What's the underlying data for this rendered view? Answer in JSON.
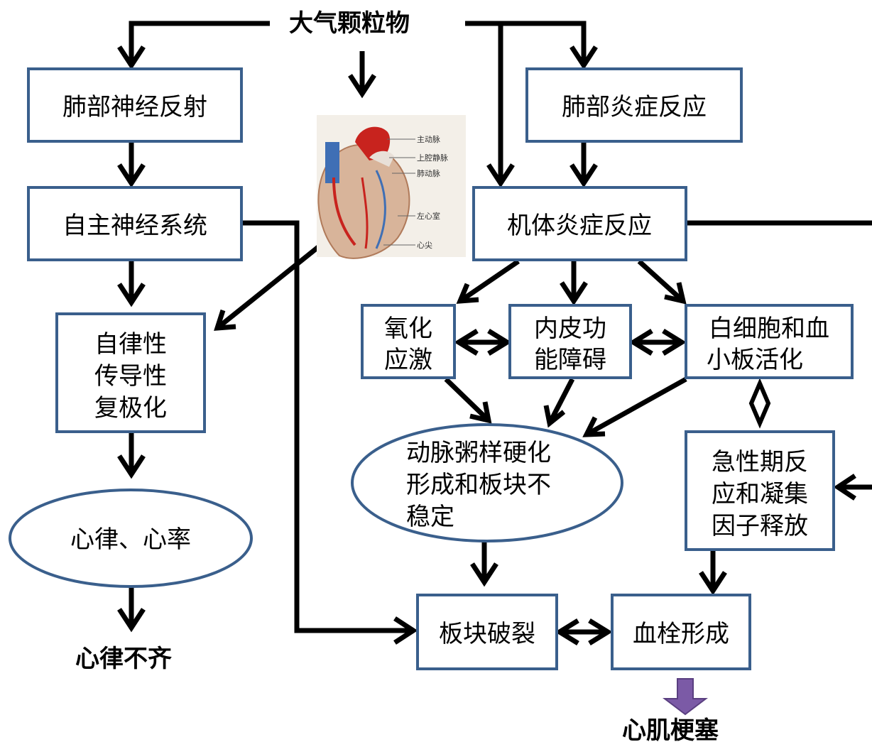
{
  "source": "大气颗粒物",
  "nodes": {
    "lung_reflex": "肺部神经反射",
    "autonomic": "自主神经系统",
    "rhythm_lines": [
      "自律性",
      "传导性",
      "复极化"
    ],
    "rate": "心律、心率",
    "arrhythmia": "心律不齐",
    "lung_inflam": "肺部炎症反应",
    "body_inflam": "机体炎症反应",
    "oxidative_lines": [
      "氧化",
      "应激"
    ],
    "endothelial_lines": [
      "内皮功",
      "能障碍"
    ],
    "leukocyte_lines": [
      "白细胞和血",
      "小板活化"
    ],
    "athero_lines": [
      "动脉粥样硬化",
      "形成和板块不",
      "稳定"
    ],
    "acute_lines": [
      "急性期反",
      "应和凝集",
      "因子释放"
    ],
    "rupture": "板块破裂",
    "thrombus": "血栓形成",
    "infarction": "心肌梗塞"
  },
  "heart_labels": [
    "主动脉",
    "上腔静脉",
    "肺动脉",
    "左心室",
    "心尖"
  ],
  "colors": {
    "box_border": "#3a5f8c",
    "line": "#000000",
    "final_arrow": "#7b5aa6",
    "heart_red": "#c8231e",
    "heart_blue": "#3f6fb5"
  }
}
